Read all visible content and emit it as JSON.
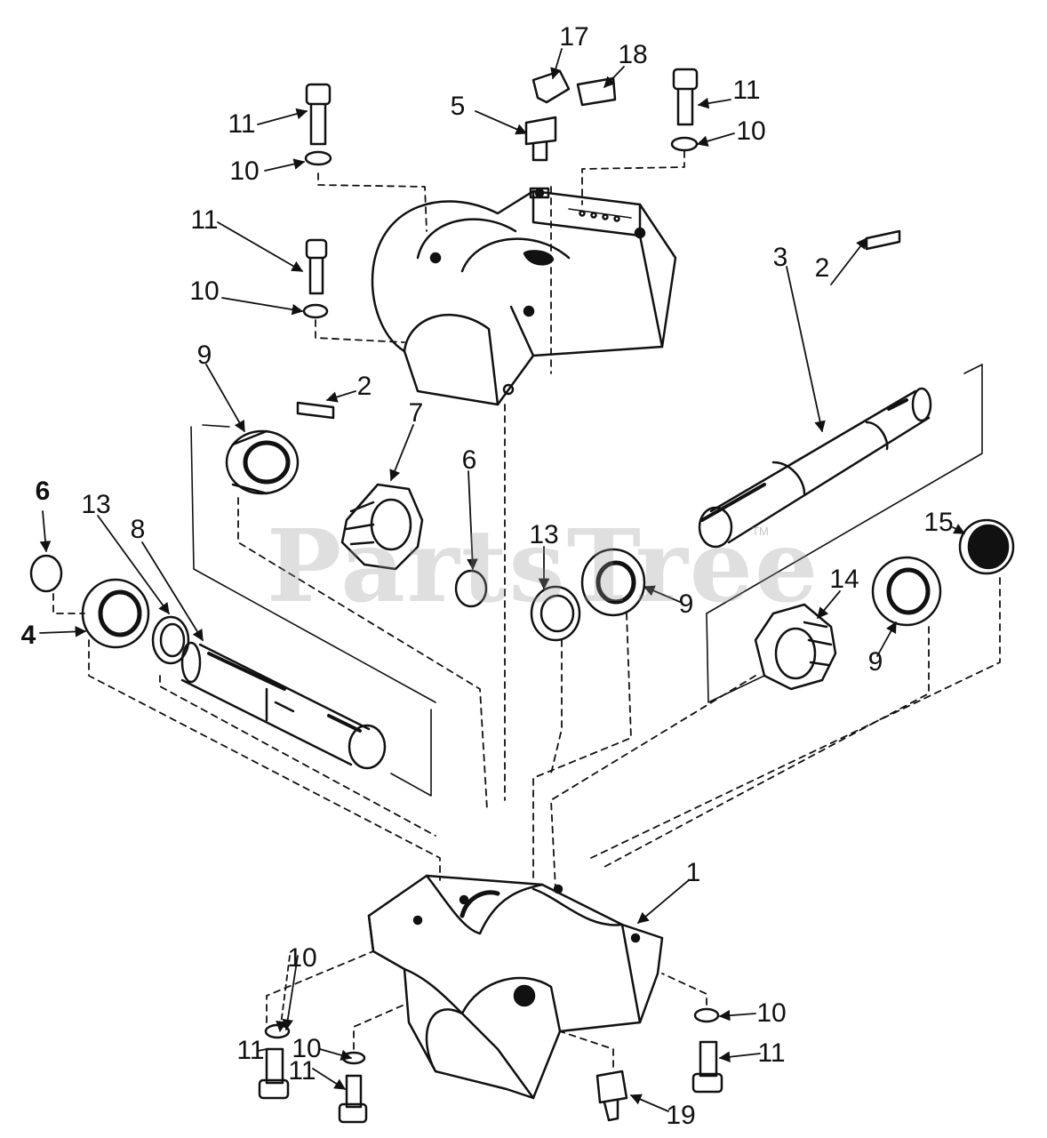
{
  "watermark": {
    "text": "PartsTree",
    "trademark": "TM"
  },
  "colors": {
    "ink": "#111111",
    "paper": "#ffffff",
    "watermark": "#969696"
  },
  "callouts": {
    "c17": "17",
    "c18": "18",
    "c5": "5",
    "c11a": "11",
    "c10a": "10",
    "c11b": "11",
    "c10b": "10",
    "c11c": "11",
    "c10c": "10",
    "c2a": "2",
    "c2b": "2",
    "c3": "3",
    "c9a": "9",
    "c7": "7",
    "c6a": "6",
    "c6b": "6",
    "c13a": "13",
    "c13b": "13",
    "c8": "8",
    "c4": "4",
    "c9b": "9",
    "c15": "15",
    "c14": "14",
    "c9c": "9",
    "c1": "1",
    "c10d": "10",
    "c10e": "10",
    "c10f": "10",
    "c11d": "11",
    "c11e": "11",
    "c11f": "11",
    "c19": "19"
  }
}
